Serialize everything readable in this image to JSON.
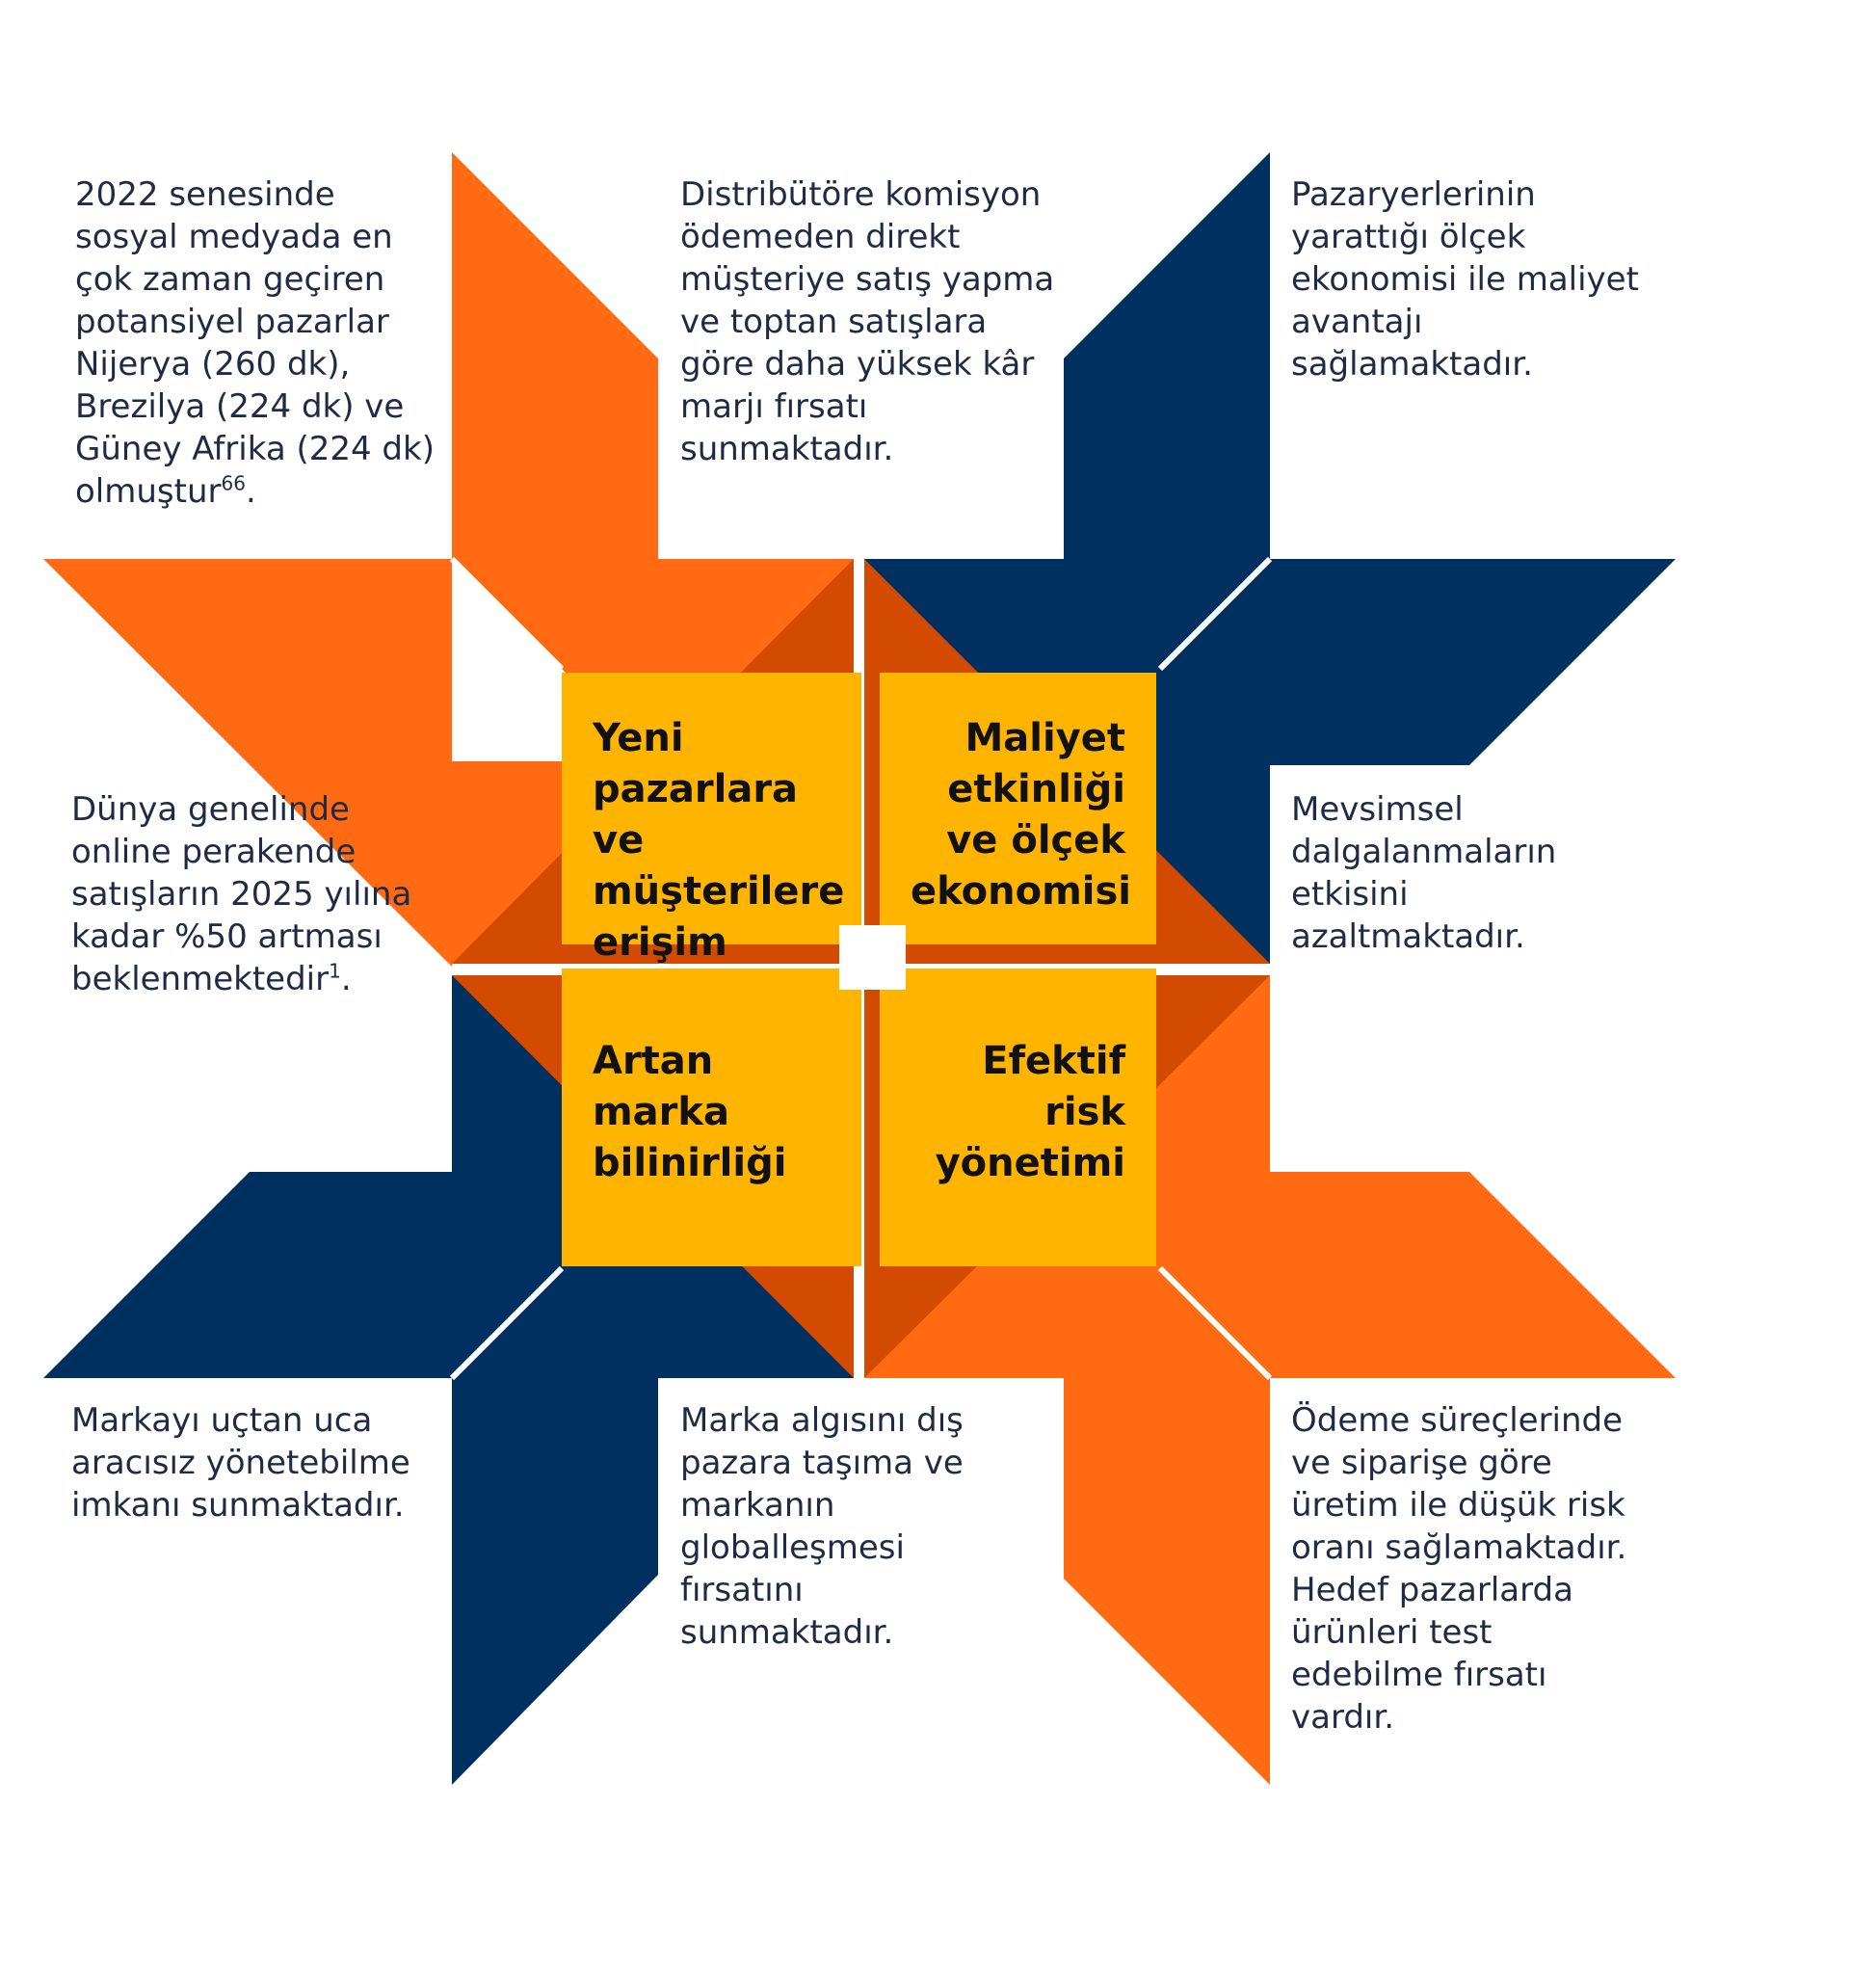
{
  "colors": {
    "orange": "#ff6a13",
    "navy": "#00305f",
    "dark_orange": "#d24b00",
    "yellow": "#ffb400",
    "text": "#1f2a44",
    "title_text": "#111111"
  },
  "center_boxes": {
    "top_left": {
      "title": "Yeni pazarlara ve müşterilere erişim"
    },
    "top_right": {
      "title": "Maliyet etkinliği ve ölçek ekonomisi"
    },
    "bottom_left": {
      "title": "Artan marka bilinirliği"
    },
    "bottom_right": {
      "title": "Efektif risk yönetimi"
    }
  },
  "descriptions": {
    "top_left": {
      "text": "2022 senesinde sosyal medyada en çok zaman geçiren potansiyel pazarlar Nijerya (260 dk), Brezilya (224 dk) ve Güney Afrika (224 dk) olmuştur",
      "sup": "66",
      "suffix": "."
    },
    "top_center": {
      "text": "Distribütöre komisyon ödemeden direkt müşteriye satış yapma ve toptan satışlara göre daha yüksek kâr marjı fırsatı sunmaktadır."
    },
    "top_right": {
      "text": "Pazaryerlerinin yarattığı ölçek ekonomisi ile maliyet avantajı sağlamaktadır."
    },
    "middle_left": {
      "text": "Dünya genelinde online perakende satışların 2025 yılına kadar %50 artması beklenmektedir",
      "sup": "1",
      "suffix": "."
    },
    "middle_right": {
      "text": "Mevsimsel dalgalanmaların etkisini azaltmaktadır."
    },
    "bottom_left": {
      "text": "Markayı uçtan uca aracısız yönetebilme imkanı sunmaktadır."
    },
    "bottom_center": {
      "text": "Marka algısını dış pazara taşıma ve markanın globalleşmesi fırsatını sunmaktadır."
    },
    "bottom_right": {
      "text": "Ödeme süreçlerinde ve siparişe göre üretim ile düşük risk oranı sağlamaktadır. Hedef pazarlarda ürünleri test edebilme fırsatı vardır."
    }
  }
}
